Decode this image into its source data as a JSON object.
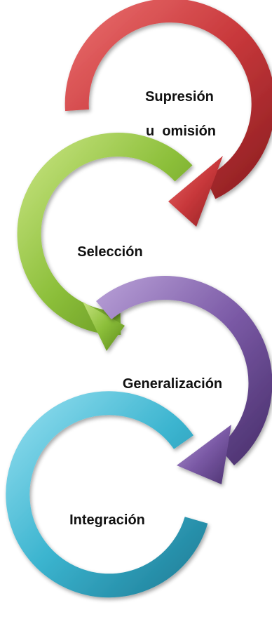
{
  "diagram": {
    "steps": [
      {
        "lines": [
          "Supresión",
          "u  omisión"
        ],
        "color": "#c8383b"
      },
      {
        "lines": [
          "Selección"
        ],
        "color": "#8cbf3a"
      },
      {
        "lines": [
          "Generalización"
        ],
        "color": "#7b5aa6"
      },
      {
        "lines": [
          "Integración"
        ],
        "color": "#3bb4cf"
      }
    ]
  }
}
